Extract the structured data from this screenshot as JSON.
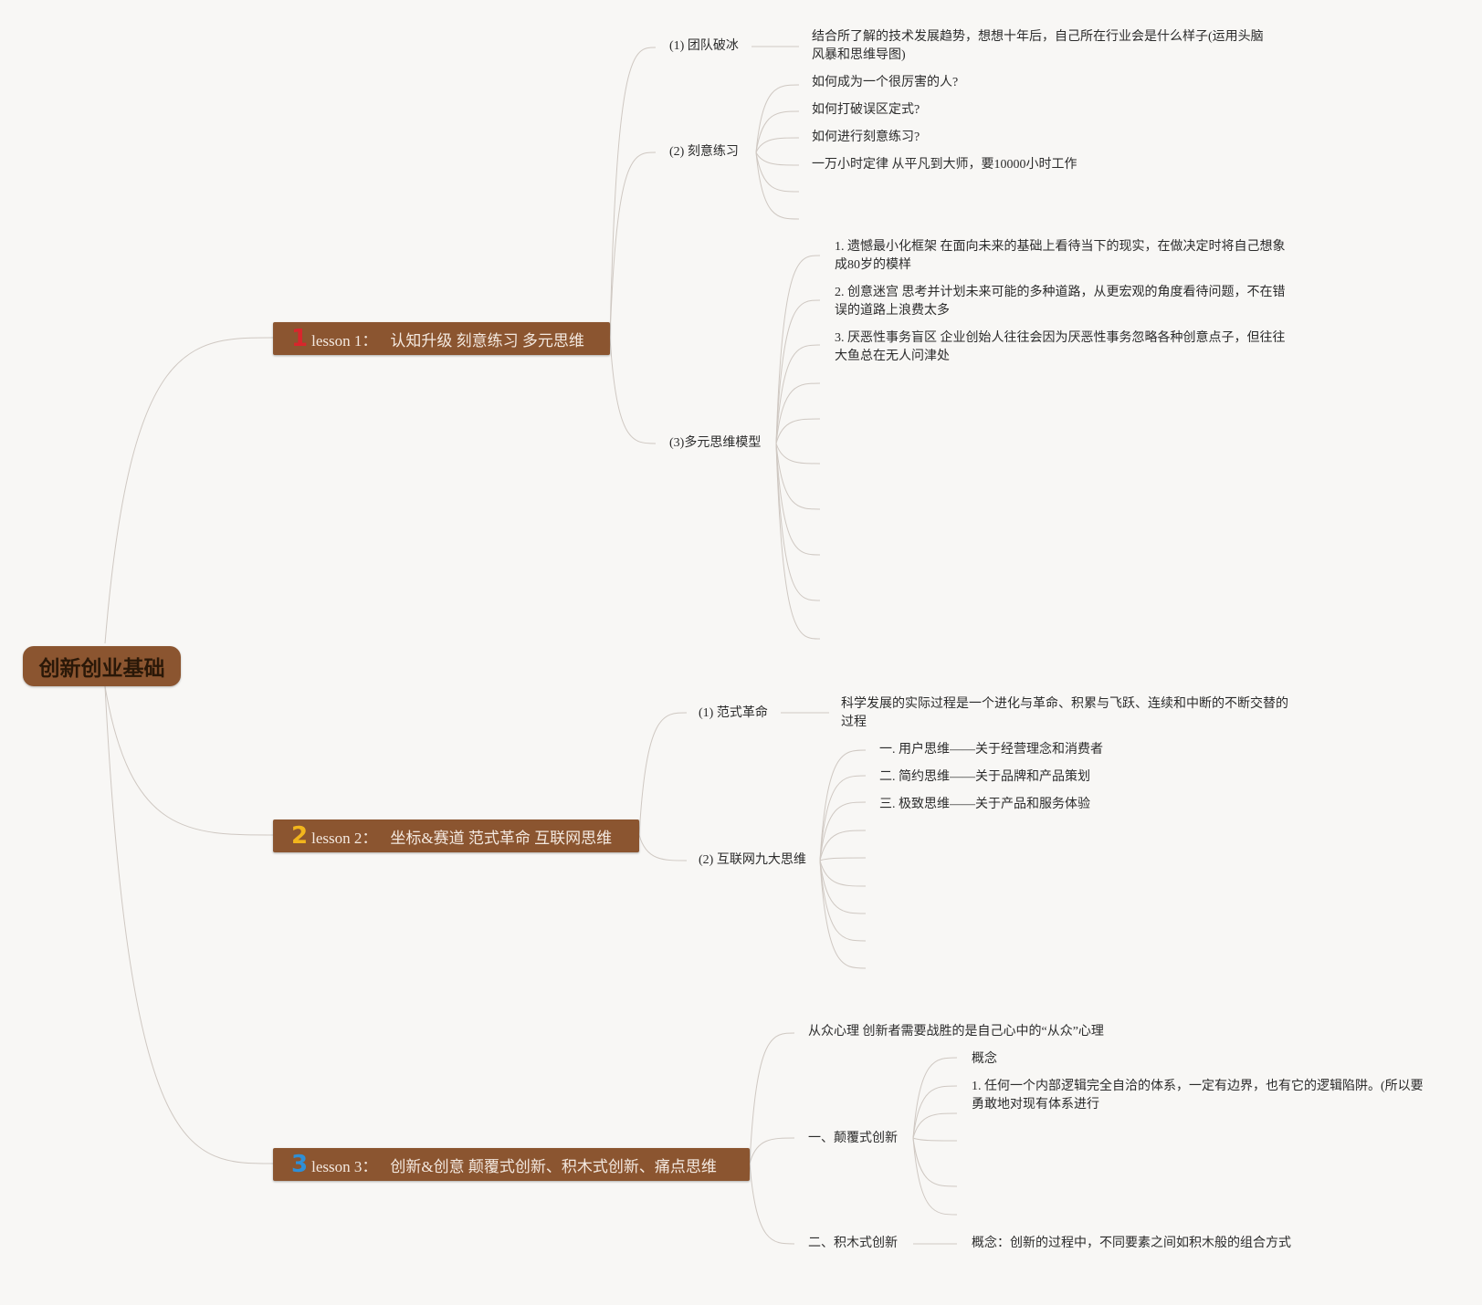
{
  "root": {
    "title": "创新创业基础"
  },
  "lesson1": {
    "number": "1",
    "number_color": "#d8262c",
    "prefix": "lesson 1：",
    "title": "认知升级 刻意练习 多元思维",
    "sub1": {
      "label": "(1) 团队破冰",
      "text": "结合所了解的技术发展趋势，想想十年后，自己所在行业会是什么样子(运用头脑风暴和思维导图)"
    },
    "sub2": {
      "label": "(2) 刻意练习",
      "items": [
        "如何成为一个很厉害的人?",
        "如何打破误区定式?",
        "如何进行刻意练习?",
        "一万小时定律 从平凡到大师，要10000小时工作"
      ]
    },
    "sub3": {
      "label": "(3)多元思维模型",
      "items": [
        "1. 遗憾最小化框架 在面向未来的基础上看待当下的现实，在做决定时将自己想象成80岁的模样",
        "2. 创意迷宫 思考并计划未来可能的多种道路，从更宏观的角度看待问题，不在错误的道路上浪费太多",
        "3. 厌恶性事务盲区 企业创始人往往会因为厌恶性事务忽略各种创意点子，但往往大鱼总在无人问津处"
      ]
    }
  },
  "lesson2": {
    "number": "2",
    "number_color": "#f2b51c",
    "prefix": "lesson 2：",
    "title": "坐标&赛道 范式革命 互联网思维",
    "sub1": {
      "label": "(1) 范式革命",
      "text": "科学发展的实际过程是一个进化与革命、积累与飞跃、连续和中断的不断交替的过程"
    },
    "sub2": {
      "label": "(2) 互联网九大思维",
      "items": [
        "一. 用户思维——关于经营理念和消费者",
        "二. 简约思维——关于品牌和产品策划",
        "三. 极致思维——关于产品和服务体验"
      ]
    }
  },
  "lesson3": {
    "number": "3",
    "number_color": "#2f8fd6",
    "prefix": "lesson 3：",
    "title": "创新&创意 颠覆式创新、积木式创新、痛点思维",
    "item1": "从众心理 创新者需要战胜的是自己心中的“从众”心理",
    "sub1": {
      "label": "一、颠覆式创新",
      "items": [
        "概念",
        "1. 任何一个内部逻辑完全自洽的体系，一定有边界，也有它的逻辑陷阱。(所以要勇敢地对现有体系进行"
      ]
    },
    "sub2": {
      "label": "二、积木式创新",
      "text": "概念：创新的过程中，不同要素之间如积木般的组合方式"
    }
  }
}
